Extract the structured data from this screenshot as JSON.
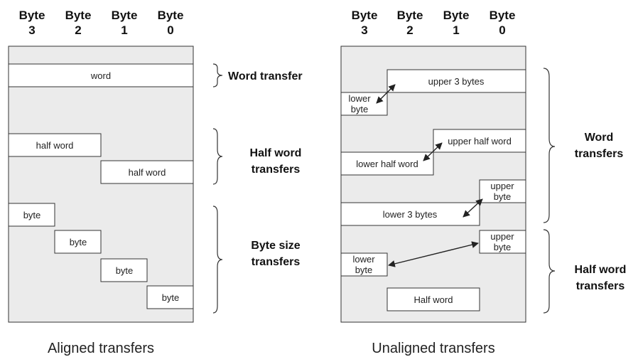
{
  "headers": {
    "byte_word": "Byte",
    "b3": "3",
    "b2": "2",
    "b1": "1",
    "b0": "0"
  },
  "aligned": {
    "caption": "Aligned transfers",
    "word": "word",
    "half_word_1": "half word",
    "half_word_2": "half word",
    "byte_1": "byte",
    "byte_2": "byte",
    "byte_3": "byte",
    "byte_4": "byte",
    "label_word": "Word transfer",
    "label_half_line1": "Half word",
    "label_half_line2": "transfers",
    "label_byte_line1": "Byte size",
    "label_byte_line2": "transfers"
  },
  "unaligned": {
    "caption": "Unaligned transfers",
    "upper_3_bytes": "upper 3 bytes",
    "lower_byte_line1": "lower",
    "lower_byte_line2": "byte",
    "upper_half_word": "upper half word",
    "lower_half_word": "lower half word",
    "upper_byte_line1": "upper",
    "upper_byte_line2": "byte",
    "lower_3_bytes": "lower 3 bytes",
    "upper_byte2_line1": "upper",
    "upper_byte2_line2": "byte",
    "lower_byte2_line1": "lower",
    "lower_byte2_line2": "byte",
    "half_word": "Half word",
    "label_word_line1": "Word",
    "label_word_line2": "transfers",
    "label_half_line1": "Half word",
    "label_half_line2": "transfers"
  }
}
